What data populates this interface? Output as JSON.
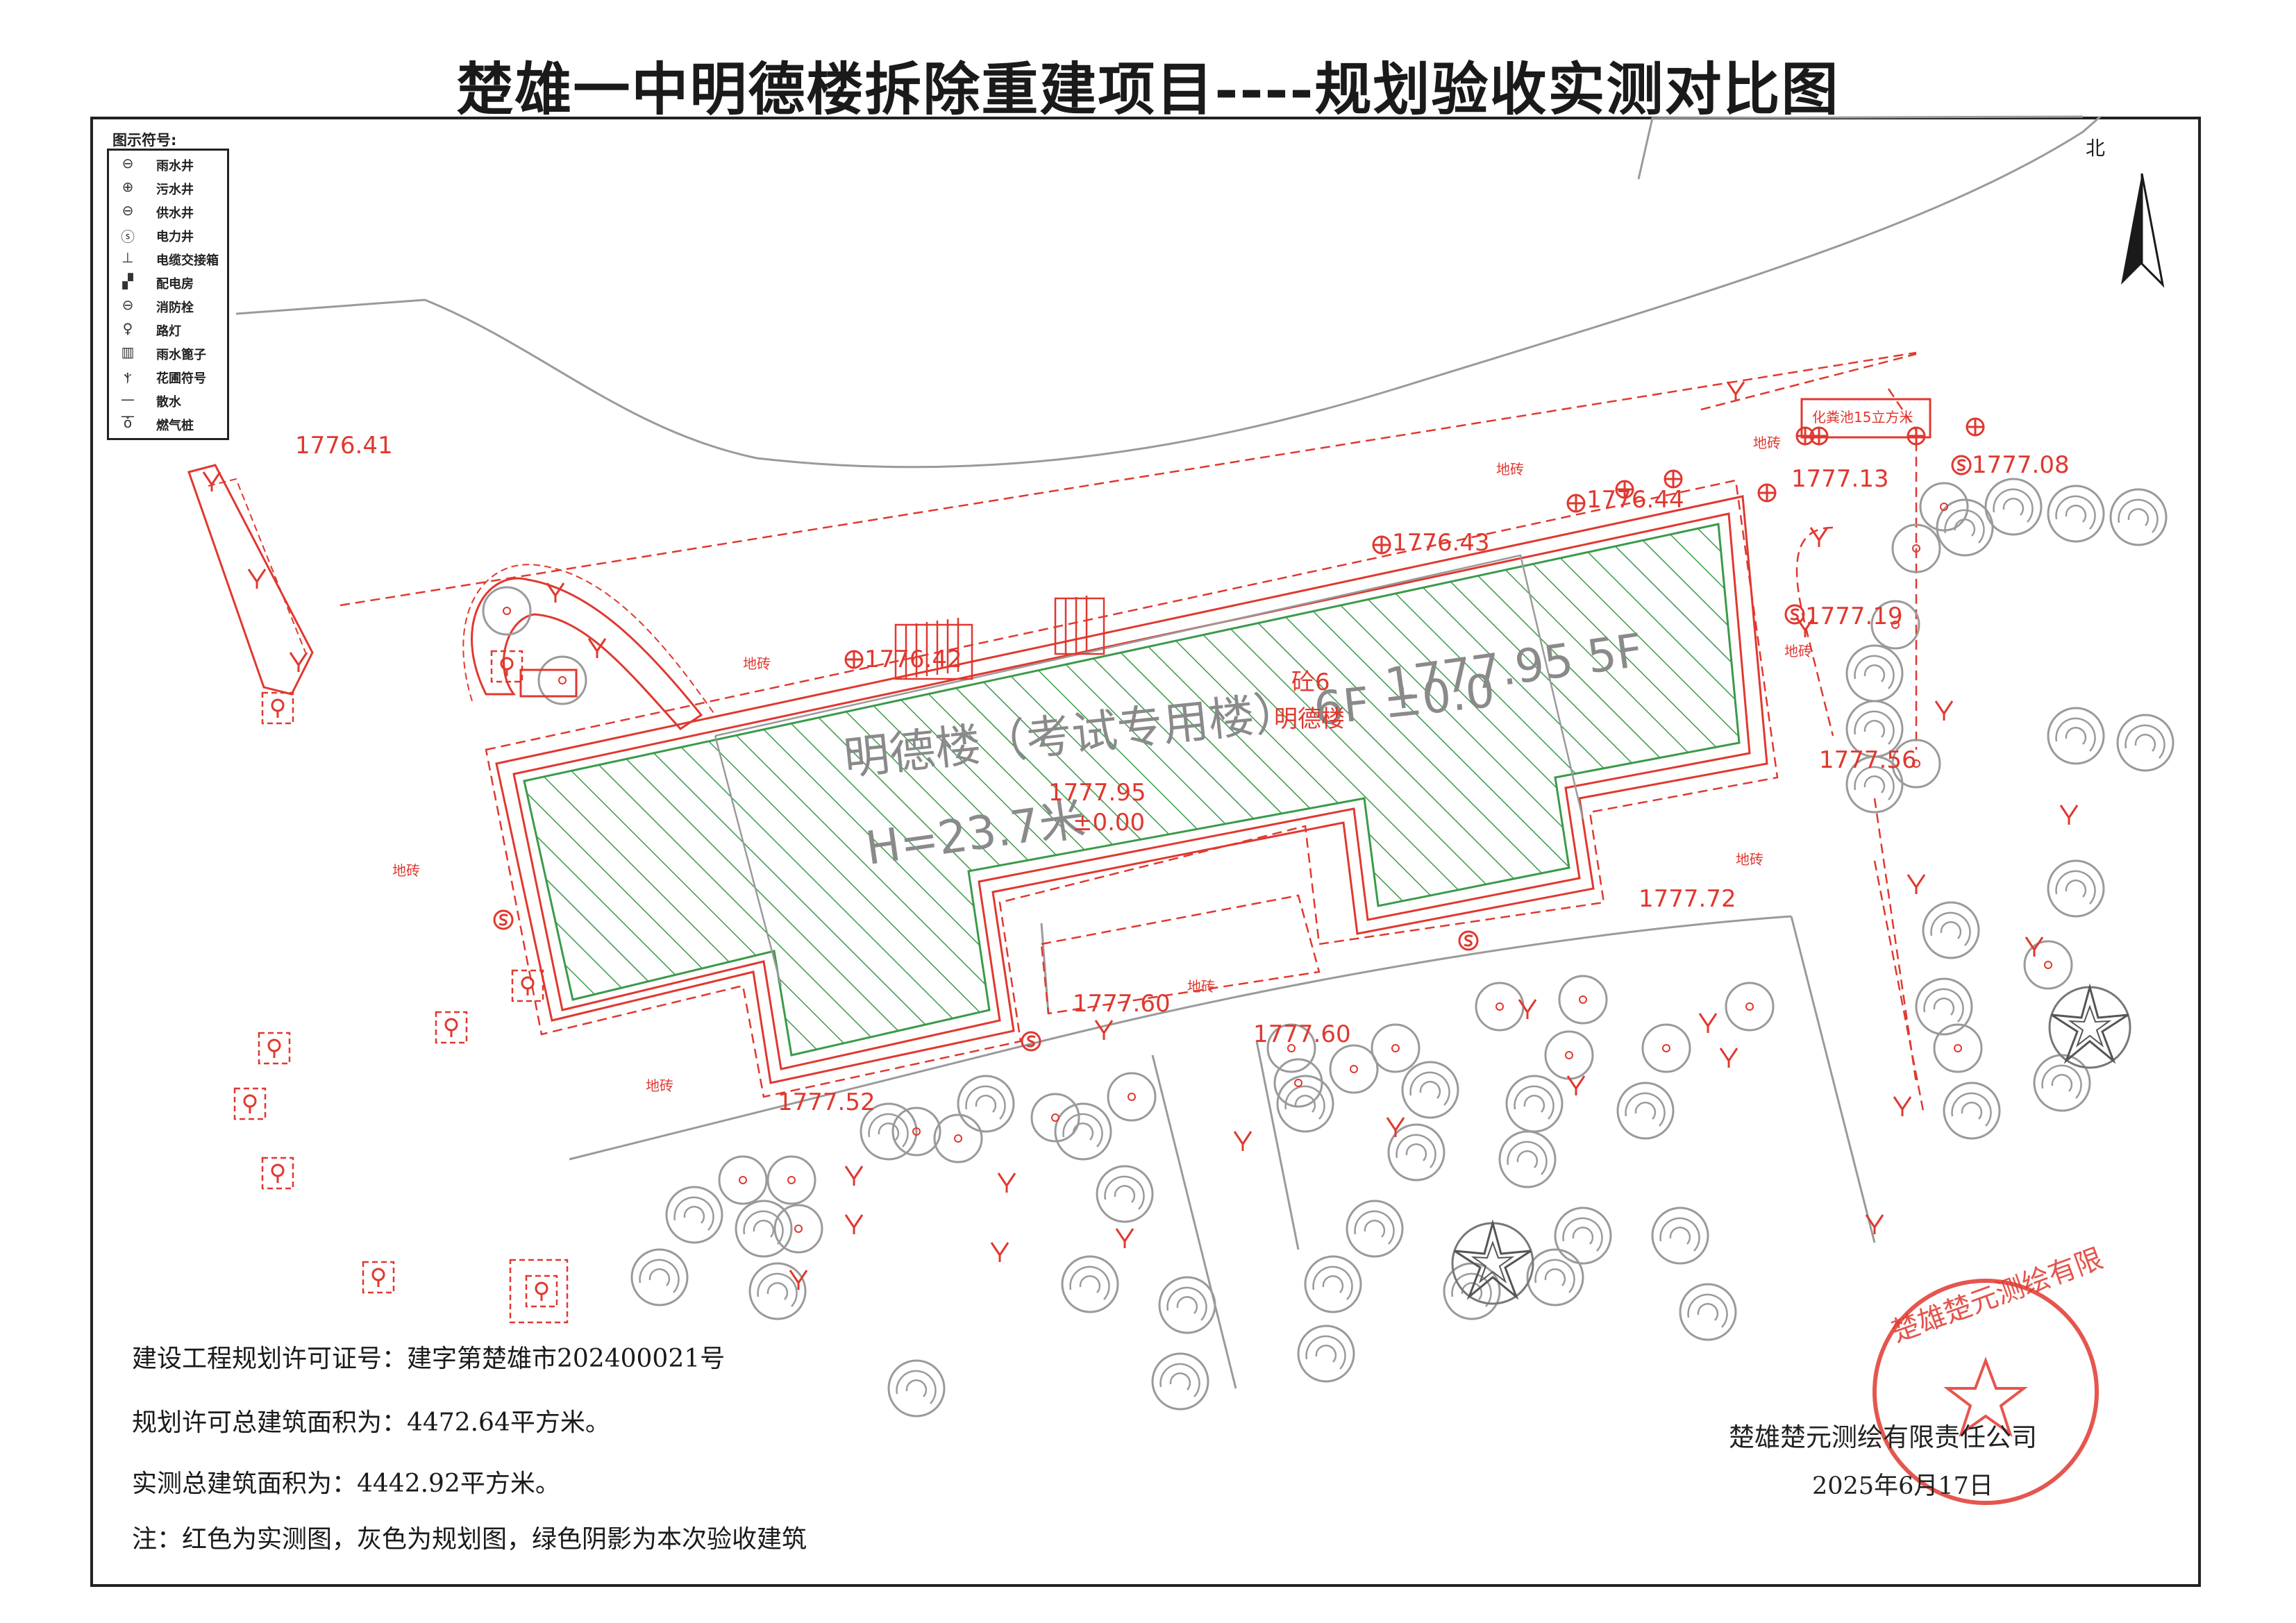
{
  "title": "楚雄一中明德楼拆除重建项目----规划验收实测对比图",
  "legend": {
    "title": "图示符号:",
    "items": [
      {
        "symbol": "⊖",
        "label": "雨水井"
      },
      {
        "symbol": "⊕",
        "label": "污水井"
      },
      {
        "symbol": "⊖",
        "label": "供水井"
      },
      {
        "symbol": "ⓢ",
        "label": "电力井"
      },
      {
        "symbol": "⊥",
        "label": "电缆交接箱"
      },
      {
        "symbol": "▞",
        "label": "配电房"
      },
      {
        "symbol": "⊖",
        "label": "消防栓"
      },
      {
        "symbol": "♀",
        "label": "路灯"
      },
      {
        "symbol": "▥",
        "label": "雨水篦子"
      },
      {
        "symbol": "ⲯ",
        "label": "花圃符号"
      },
      {
        "symbol": "—  —",
        "label": "散水"
      },
      {
        "symbol": "ǒ",
        "label": "燃气桩"
      }
    ]
  },
  "north_label": "北",
  "elevations": {
    "e1": "1776.41",
    "e2": "1776.42",
    "e3": "1776.43",
    "e4": "1776.44",
    "e5": "1777.13",
    "e6": "1777.08",
    "e7": "1777.19",
    "e8": "1777.56",
    "e9": "1777.72",
    "e10": "1777.60",
    "e11": "1777.60",
    "e12": "1777.52"
  },
  "surface_labels": {
    "dz1": "地砖",
    "dz2": "地砖",
    "dz3": "地砖",
    "dz4": "地砖",
    "dz5": "地砖",
    "dz6": "地砖",
    "dz7": "地砖",
    "dz8": "地砖"
  },
  "building": {
    "name": "明德楼（考试专用楼） 6F  ±0.0",
    "height": "H=23.7米",
    "structure": "砼6",
    "short_name": "明德楼",
    "plan_elev": "1777.95  5F",
    "floor_elev": "1777.95",
    "floor_zero": "±0.00",
    "tank_label": "化粪池15立方米"
  },
  "notes": {
    "permit": "建设工程规划许可证号：建字第楚雄市202400021号",
    "permit_area": "规划许可总建筑面积为：4472.64平方米。",
    "measured_area": "实测总建筑面积为：4442.92平方米。",
    "remark": "注：红色为实测图，灰色为规划图，绿色阴影为本次验收建筑"
  },
  "company": "楚雄楚元测绘有限责任公司",
  "date": "2025年6月17日",
  "seal": "楚雄楚元测绘有限",
  "colors": {
    "measured": "#e0382f",
    "planned": "#9a9a9a",
    "accepted": "#3a9a4a",
    "frame": "#222222"
  }
}
